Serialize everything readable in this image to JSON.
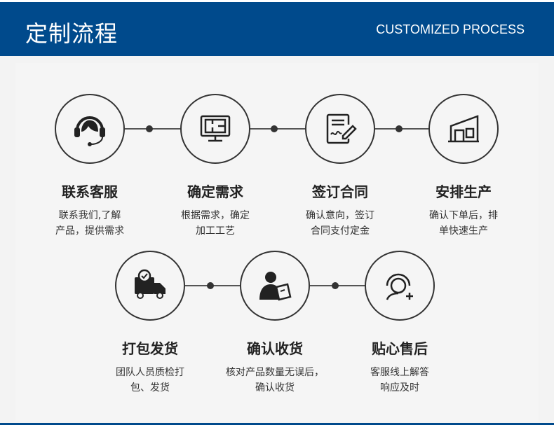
{
  "header": {
    "title": "定制流程",
    "subtitle": "CUSTOMIZED PROCESS"
  },
  "steps": [
    {
      "icon": "headset-icon",
      "title": "联系客服",
      "desc1": "联系我们,了解",
      "desc2": "产品，提供需求"
    },
    {
      "icon": "monitor-blueprint-icon",
      "title": "确定需求",
      "desc1": "根据需求，确定",
      "desc2": "加工工艺"
    },
    {
      "icon": "contract-sign-icon",
      "title": "签订合同",
      "desc1": "确认意向，签订",
      "desc2": "合同支付定金"
    },
    {
      "icon": "factory-icon",
      "title": "安排生产",
      "desc1": "确认下单后，排",
      "desc2": "单快速生产"
    },
    {
      "icon": "delivery-truck-icon",
      "title": "打包发货",
      "desc1": "团队人员质检打",
      "desc2": "包、发货"
    },
    {
      "icon": "receive-goods-icon",
      "title": "确认收货",
      "desc1": "核对产品数量无误后，",
      "desc2": "确认收货"
    },
    {
      "icon": "after-sales-icon",
      "title": "贴心售后",
      "desc1": "客服线上解答",
      "desc2": "响应及时"
    }
  ],
  "colors": {
    "brand": "#004a8c",
    "line": "#333333"
  }
}
